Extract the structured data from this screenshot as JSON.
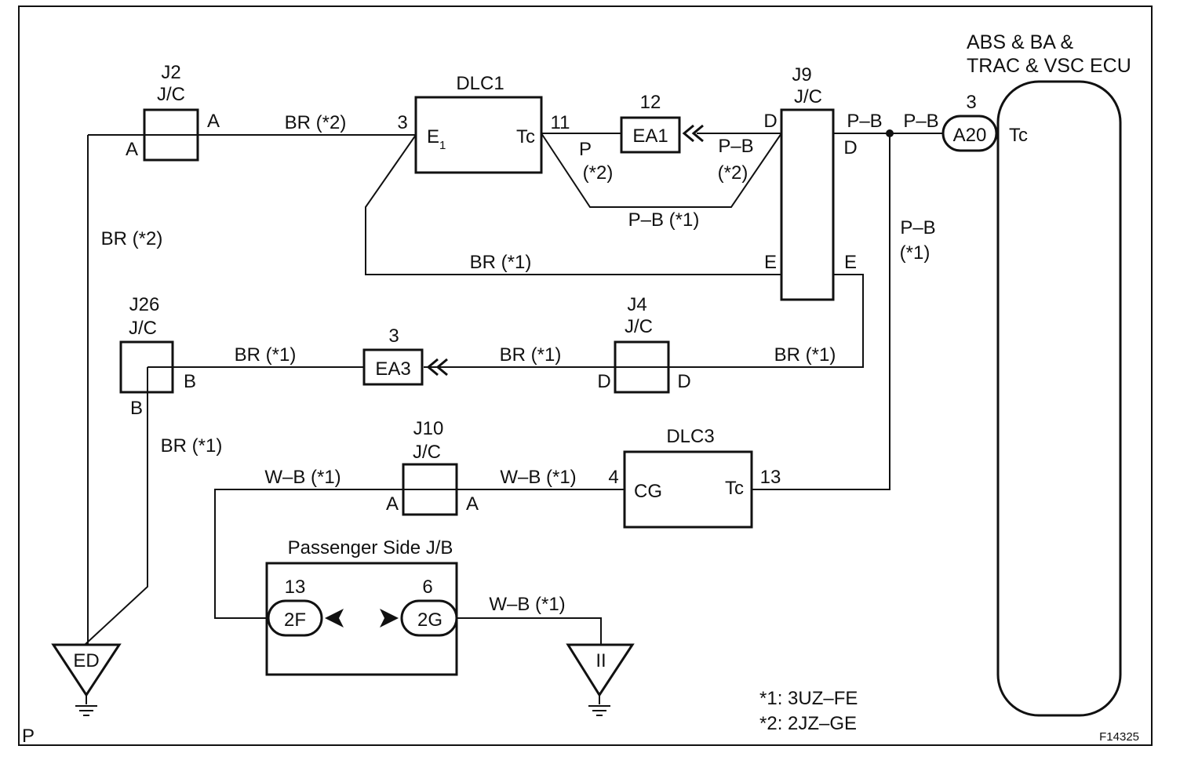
{
  "components": {
    "abs_ecu": {
      "title_line1": "ABS & BA &",
      "title_line2": "TRAC & VSC ECU",
      "terminal": "Tc"
    },
    "a20": {
      "name": "A20",
      "pin": "3"
    },
    "dlc1": {
      "name": "DLC1",
      "pin_e1": "E",
      "pin_e1_sub": "1",
      "pin_tc": "Tc",
      "pin_num_e1": "3",
      "pin_num_tc": "11"
    },
    "dlc3": {
      "name": "DLC3",
      "pin_cg": "CG",
      "pin_tc": "Tc",
      "pin_num_cg": "4",
      "pin_num_tc": "13"
    },
    "j2": {
      "name": "J2",
      "type": "J/C",
      "pin_in": "A",
      "pin_out": "A"
    },
    "j9": {
      "name": "J9",
      "type": "J/C",
      "pin_d_left": "D",
      "pin_d_right": "D",
      "pin_e_left": "E",
      "pin_e_right": "E"
    },
    "j26": {
      "name": "J26",
      "type": "J/C",
      "pin_b_right": "B",
      "pin_b_bottom": "B"
    },
    "j4": {
      "name": "J4",
      "type": "J/C",
      "pin_left": "D",
      "pin_right": "D"
    },
    "j10": {
      "name": "J10",
      "type": "J/C",
      "pin_left": "A",
      "pin_right": "A"
    },
    "ea1": {
      "name": "EA1",
      "pin": "12"
    },
    "ea3": {
      "name": "EA3",
      "pin": "3"
    },
    "passenger_jb": {
      "name": "Passenger Side J/B",
      "left_conn": "2F",
      "left_pin": "13",
      "right_conn": "2G",
      "right_pin": "6"
    },
    "ground_ed": {
      "name": "ED"
    },
    "ground_ii": {
      "name": "II"
    }
  },
  "wires": {
    "j2_to_dlc1": "BR (*2)",
    "ed_to_j2": "BR (*2)",
    "dlc1_to_ea1_line1": "P",
    "dlc1_to_ea1_line2": "(*2)",
    "ea1_to_j9_line1": "P–B",
    "ea1_to_j9_line2": "(*2)",
    "dlc1_j9_bypass": "P–B (*1)",
    "dlc1_e1_to_j9_e": "BR (*1)",
    "j9_to_ecu": "P–B",
    "splice_to_ecu": "P–B",
    "splice_down_line1": "P–B",
    "splice_down_line2": "(*1)",
    "j26_to_ea3": "BR (*1)",
    "ea3_to_j4": "BR (*1)",
    "j4_to_j9": "BR (*1)",
    "j26_to_ed": "BR (*1)",
    "j10_left": "W–B (*1)",
    "j10_to_dlc3": "W–B (*1)",
    "jb_to_ii": "W–B (*1)"
  },
  "notes": {
    "note1": "*1: 3UZ–FE",
    "note2": "*2: 2JZ–GE",
    "corner_code": "P",
    "figure_id": "F14325"
  },
  "colors": {
    "line": "#111111",
    "background": "#ffffff"
  }
}
